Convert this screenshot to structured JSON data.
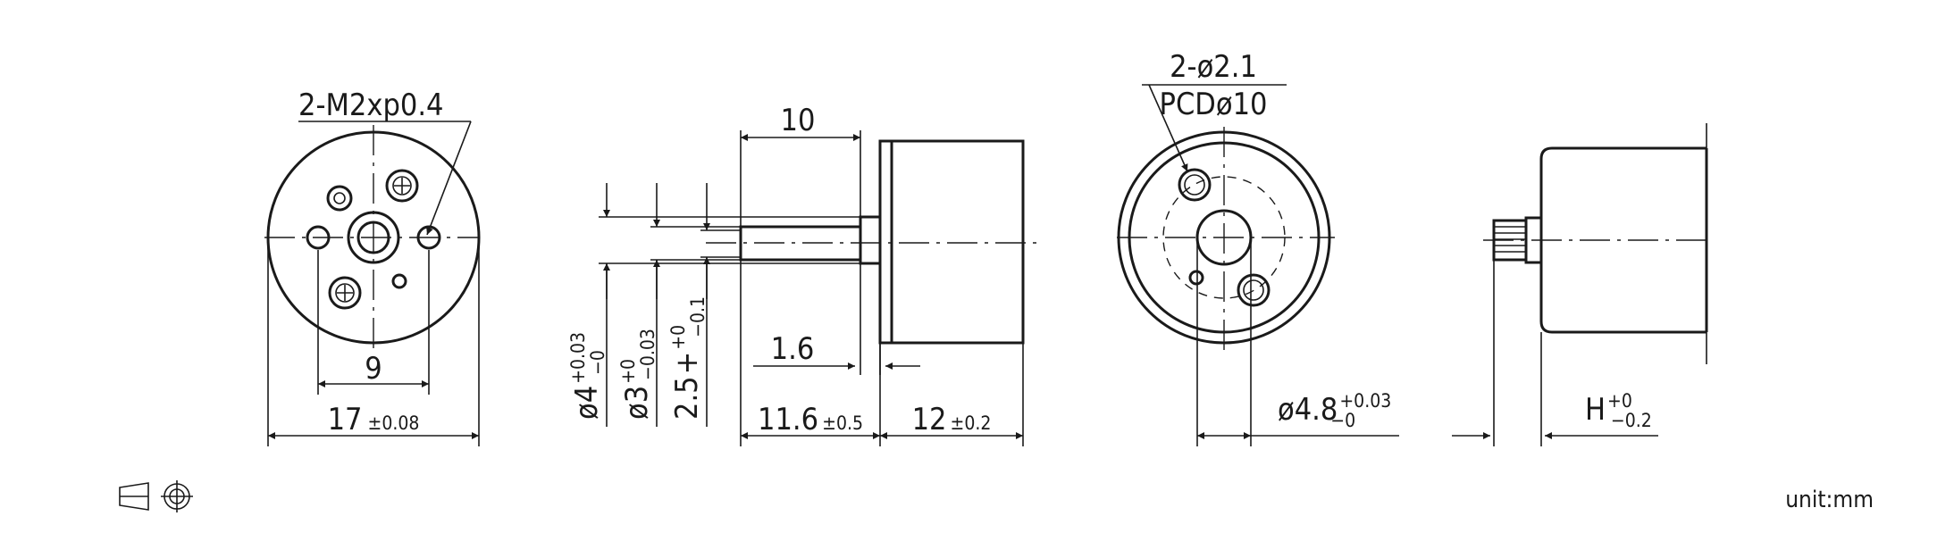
{
  "front_view": {
    "thread_callout": "2-M2xp0.4",
    "hole_spacing": "9",
    "diameter_value": "17",
    "diameter_tol": "±0.08"
  },
  "side_view": {
    "shaft_length": "10",
    "flange_thickness": "1.6",
    "diam_4_label": "ø4",
    "diam_4_upper": "+0.03",
    "diam_4_lower": "−0",
    "diam_3_label": "ø3",
    "diam_3_upper": "+0",
    "diam_3_lower": "−0.03",
    "diam_25_label": "2.5",
    "diam_25_upper": "+0",
    "diam_25_lower": "−0.1",
    "shaft_total_value": "11.6",
    "shaft_total_tol": "±0.5",
    "body_length_value": "12",
    "body_length_tol": "±0.2"
  },
  "rear_view": {
    "hole_callout": "2-ø2.1",
    "pcd_callout": "PCDø10",
    "boss_diam_label": "ø4.8",
    "boss_diam_upper": "+0.03",
    "boss_diam_lower": "−0"
  },
  "profile_view": {
    "height_label": "H",
    "height_upper": "+0",
    "height_lower": "−0.2"
  },
  "projection_symbol_icon": "third-angle-projection-icon",
  "unit_note": "unit:mm"
}
